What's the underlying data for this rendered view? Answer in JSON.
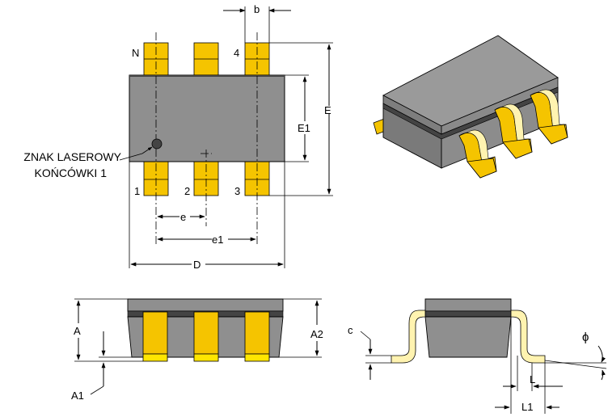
{
  "diagram": {
    "title": "SOT-23 package outline",
    "colors": {
      "body": "#8f8f8f",
      "body_dark": "#5a5a5a",
      "lead": "#f5c400",
      "lead_light": "#fff3b0",
      "lead_bottom": "#ffe600",
      "line": "#000000"
    },
    "top_view": {
      "pin_labels": {
        "n": "N",
        "four": "4",
        "one": "1",
        "two": "2",
        "three": "3"
      },
      "marker_label_line1": "ZNAK LASEROWY",
      "marker_label_line2": "KOŃCÓWKI 1",
      "dims": {
        "b": "b",
        "e": "e",
        "e1": "e1",
        "D": "D",
        "E": "E",
        "E1": "E1"
      }
    },
    "front_view": {
      "dims": {
        "A": "A",
        "A1": "A1",
        "A2": "A2"
      }
    },
    "side_view": {
      "dims": {
        "c": "c",
        "L": "L",
        "L1": "L1",
        "phi": "ϕ"
      }
    }
  }
}
